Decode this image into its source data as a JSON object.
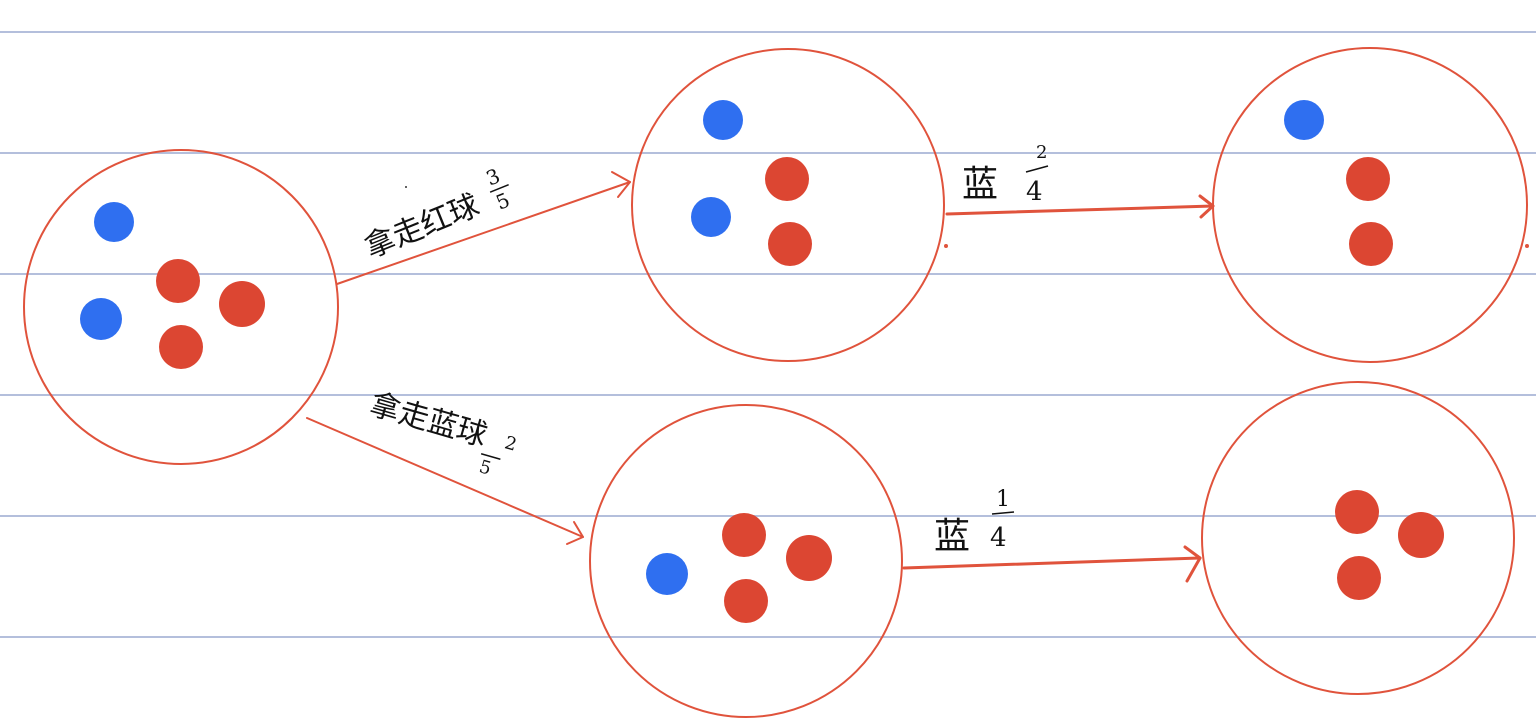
{
  "colors": {
    "ruled_line": "#b4bfdc",
    "outline": "#e0533c",
    "red_ball": "#dc4632",
    "blue_ball": "#2f6ff0",
    "handwriting": "#111111"
  },
  "diagram": {
    "states": [
      {
        "name": "start",
        "red_balls": 3,
        "blue_balls": 2
      },
      {
        "name": "after-red",
        "red_balls": 2,
        "blue_balls": 2
      },
      {
        "name": "after-red-then-blue",
        "red_balls": 2,
        "blue_balls": 1
      },
      {
        "name": "after-blue",
        "red_balls": 3,
        "blue_balls": 1
      },
      {
        "name": "after-blue-then-blue",
        "red_balls": 3,
        "blue_balls": 0
      }
    ],
    "edges": {
      "take_red": {
        "text": "拿走红球",
        "numerator": "3",
        "denominator": "5"
      },
      "take_blue": {
        "text": "拿走蓝球",
        "numerator": "2",
        "denominator": "5"
      },
      "red_then_blue": {
        "text": "蓝",
        "numerator": "2",
        "denominator": "4"
      },
      "blue_then_blue": {
        "text": "蓝",
        "numerator": "1",
        "denominator": "4"
      }
    }
  }
}
